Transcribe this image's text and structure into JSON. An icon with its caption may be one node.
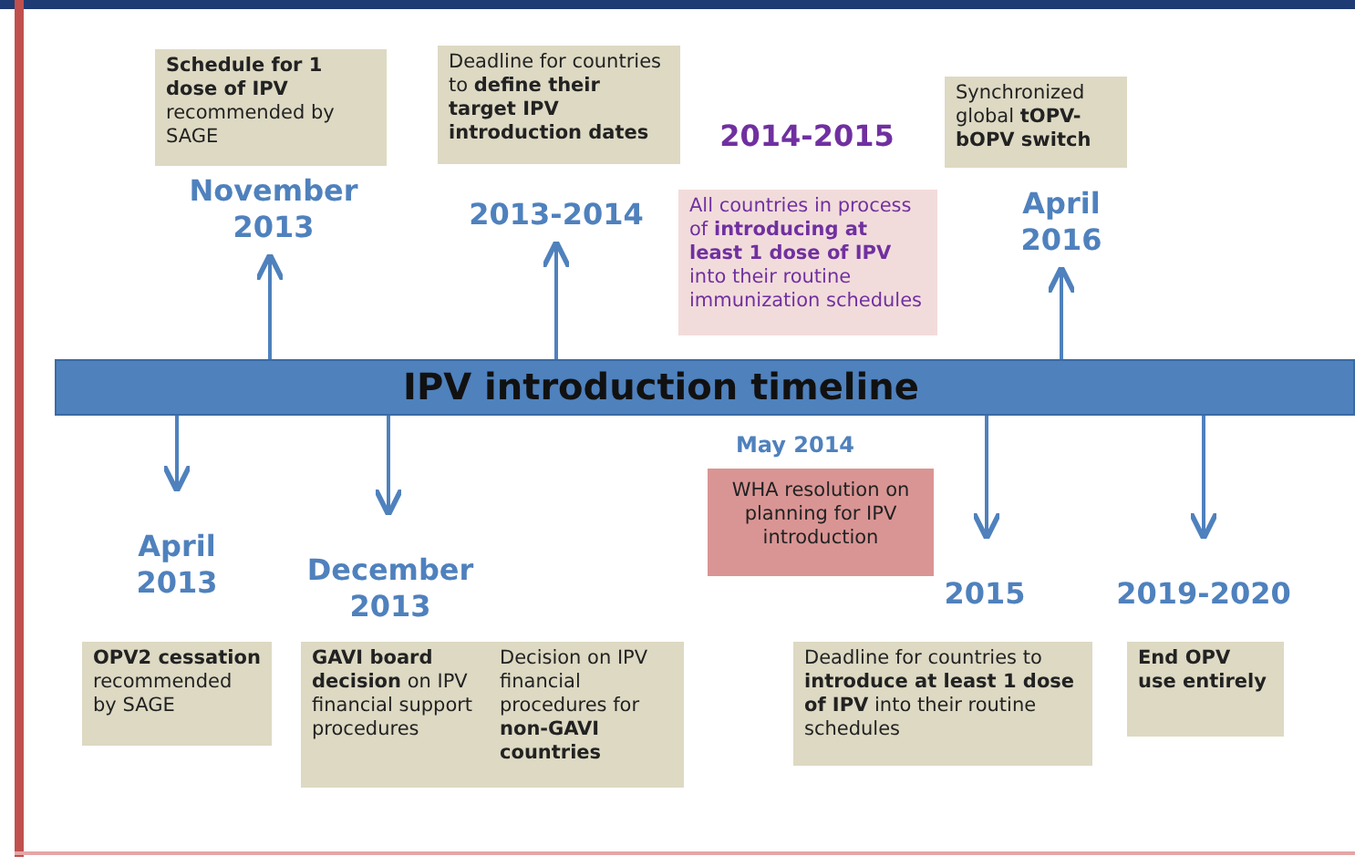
{
  "diagram": {
    "nodes": [
      {
        "text": [
          "IPV introduction timeline"
        ]
      },
      {
        "text": [
          "November 2013"
        ]
      },
      {
        "text": [
          "**Schedule for 1 dose of IPV** recommended by SAGE"
        ]
      },
      {
        "text": [
          "2013-2014"
        ]
      },
      {
        "text": [
          "Deadline for countries to **define their target IPV introduction dates**"
        ]
      },
      {
        "text": [
          "2014-2015"
        ]
      },
      {
        "text": [
          "All countries in process of **introducing at least 1 dose of IPV** into their routine immunization schedules"
        ]
      },
      {
        "text": [
          "April 2016"
        ]
      },
      {
        "text": [
          "Synchronized global **tOPV-bOPV switch**"
        ]
      },
      {
        "text": [
          "April 2013"
        ]
      },
      {
        "text": [
          "**OPV2 cessation** recommended by SAGE"
        ]
      },
      {
        "text": [
          "December 2013"
        ]
      },
      {
        "text": [
          "**GAVI board decision** on IPV financial support procedures",
          "Decision on IPV financial procedures for **non-GAVI countries**"
        ]
      },
      {
        "text": [
          "May 2014"
        ]
      },
      {
        "text": [
          "WHA resolution on planning for IPV introduction"
        ]
      },
      {
        "text": [
          "2015"
        ]
      },
      {
        "text": [
          "Deadline for countries to **introduce at least 1 dose of IPV** into their routine schedules"
        ]
      },
      {
        "text": [
          "2019-2020"
        ]
      },
      {
        "text": [
          "**End OPV use entirely**"
        ]
      }
    ],
    "edges": [
      {
        "from": 0,
        "to": 1,
        "arrow": "to"
      },
      {
        "from": 0,
        "to": 3,
        "arrow": "to"
      },
      {
        "from": 0,
        "to": 7,
        "arrow": "to"
      },
      {
        "from": 0,
        "to": 9,
        "arrow": "to"
      },
      {
        "from": 0,
        "to": 11,
        "arrow": "to"
      },
      {
        "from": 0,
        "to": 15,
        "arrow": "to"
      },
      {
        "from": 0,
        "to": 17,
        "arrow": "to"
      }
    ]
  }
}
